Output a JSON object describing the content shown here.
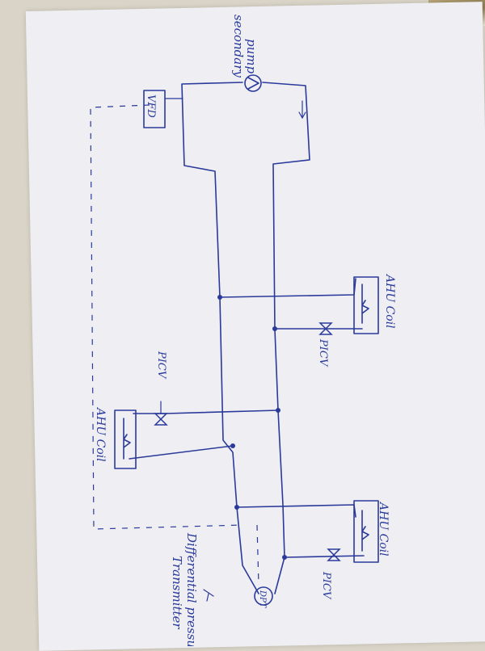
{
  "labels": {
    "pump_line1": "secondary",
    "pump_line2": "pump",
    "vfd": "VFD",
    "ahu_coil_1": "AHU Coil",
    "ahu_coil_2": "AHU Coil",
    "ahu_coil_3": "AHU Coil",
    "picv_1": "PICV",
    "picv_2": "PICV",
    "picv_3": "PICV",
    "dpt": "DPT",
    "transmitter_line1": "Differential pressure",
    "transmitter_line2": "Transmitter"
  },
  "colors": {
    "ink": "#2a3a9a",
    "paper": "#efeef3",
    "background": "#d9d4c7"
  }
}
